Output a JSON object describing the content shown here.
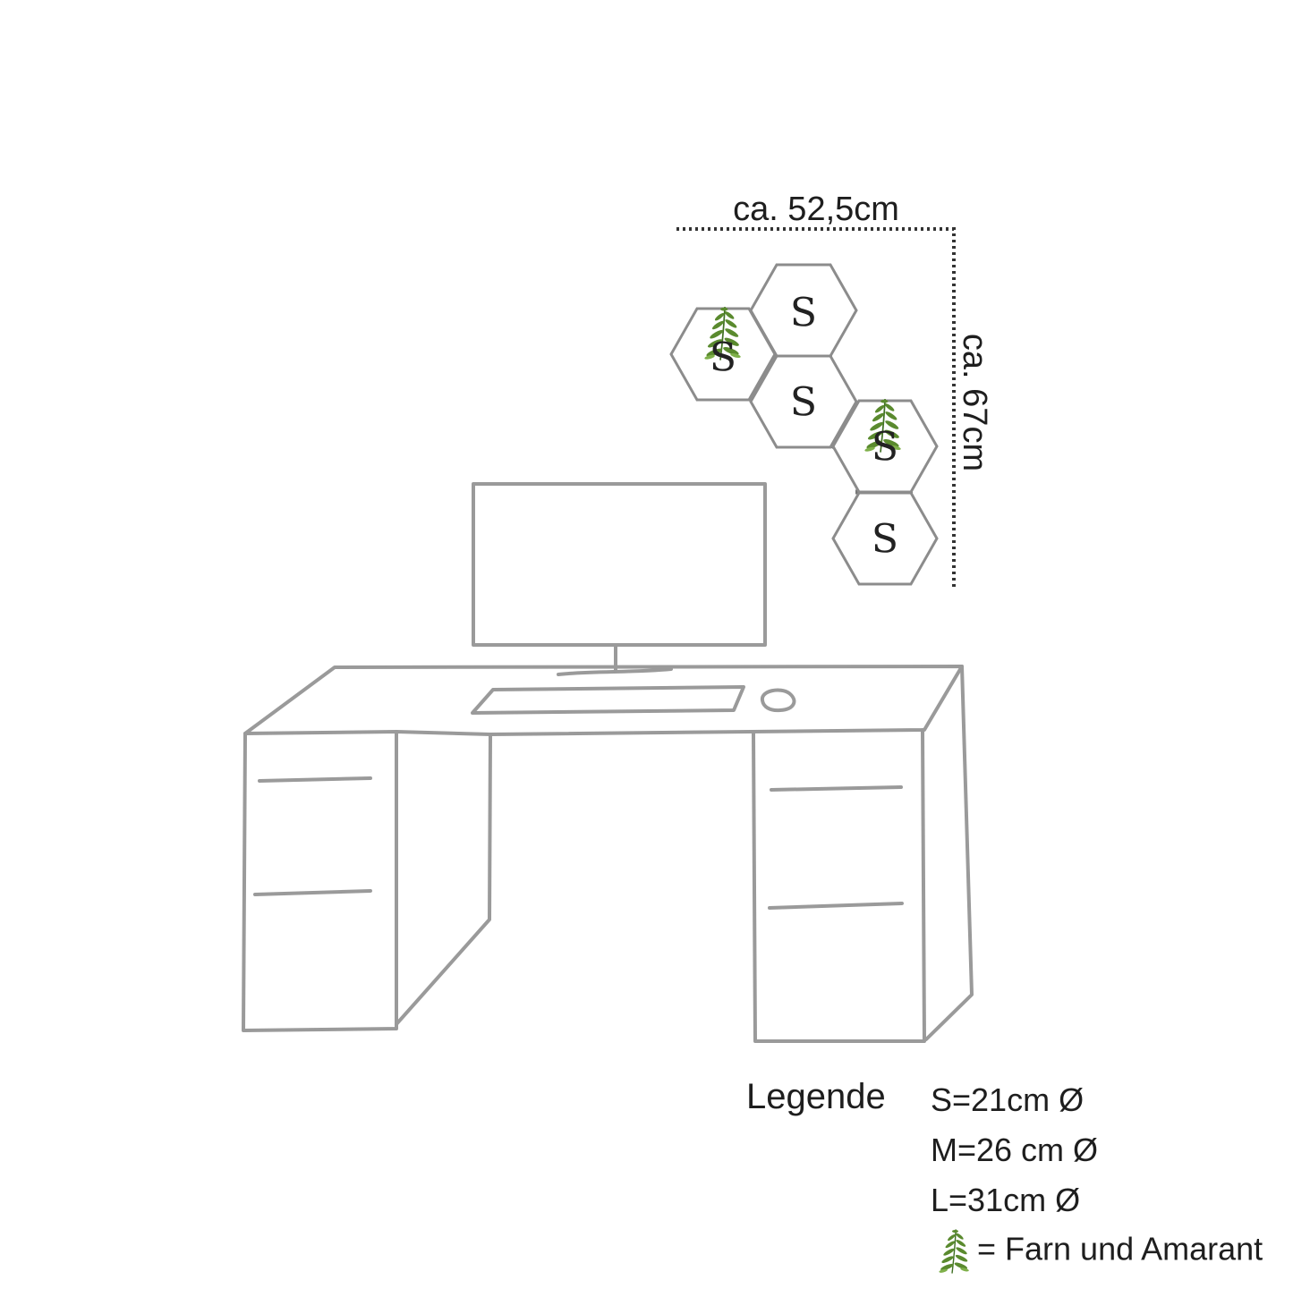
{
  "dimensions": {
    "width_label": "ca. 52,5cm",
    "height_label": "ca. 67cm"
  },
  "hexagons": [
    {
      "label": "S",
      "fern": false
    },
    {
      "label": "S",
      "fern": true
    },
    {
      "label": "S",
      "fern": false
    },
    {
      "label": "S",
      "fern": true
    },
    {
      "label": "S",
      "fern": false
    }
  ],
  "legend": {
    "title": "Legende",
    "items": [
      "S=21cm Ø",
      "M=26 cm Ø",
      "L=31cm Ø"
    ],
    "fern_text": "= Farn und Amarant"
  },
  "colors": {
    "sketch": "#9a9a9a",
    "fern": "#5a8a2e"
  },
  "icons": [
    "fern-icon"
  ]
}
